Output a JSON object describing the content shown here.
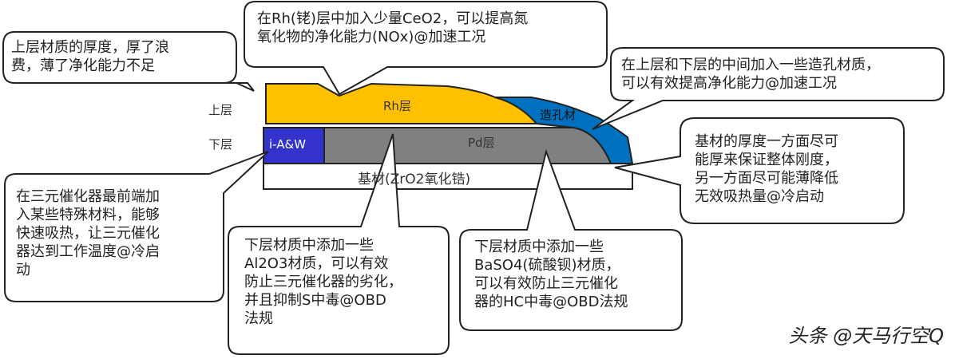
{
  "layers": {
    "upper_label": "上层",
    "lower_label": "下层",
    "rh_layer": "Rh层",
    "pore_material": "造孔材",
    "ia_w": "i-A&W",
    "pd_layer": "Pd层",
    "substrate": "基材(ZrO2氧化锆)"
  },
  "callouts": {
    "upper_thickness": "上层材质的厚度，厚了浪\n费，薄了净化能力不足",
    "rh_ceo2": "在Rh(铑)层中加入少量CeO2，可以提高氮\n氧化物的净化能力(NOx)@加速工况",
    "pore_forming": "在上层和下层的中间加入一些造孔材质，\n可以有效提高净化能力@加速工况",
    "substrate_thickness": "基材的厚度一方面尽可\n能厚来保证整体刚度，\n另一方面尽可能薄降低\n无效吸热量@冷启动",
    "front_material": "在三元催化器最前端加\n入某些特殊材料，能够\n快速吸热，让三元催化\n器达到工作温度@冷启\n动",
    "al2o3": "下层材质中添加一些\nAl2O3材质，可以有效\n防止三元催化器的劣化，\n并且抑制S中毒@OBD\n法规",
    "baso4": "下层材质中添加一些\nBaSO4(硫酸钡)材质，\n可以有效防止三元催化\n器的HC中毒@OBD法规"
  },
  "watermark": "头条 @天马行空Q",
  "colors": {
    "rh": "#FFC000",
    "pore": "#0070C0",
    "ia_w": "#3333CC",
    "pd": "#808080",
    "substrate": "#FFFFFF",
    "outline": "#222222"
  }
}
